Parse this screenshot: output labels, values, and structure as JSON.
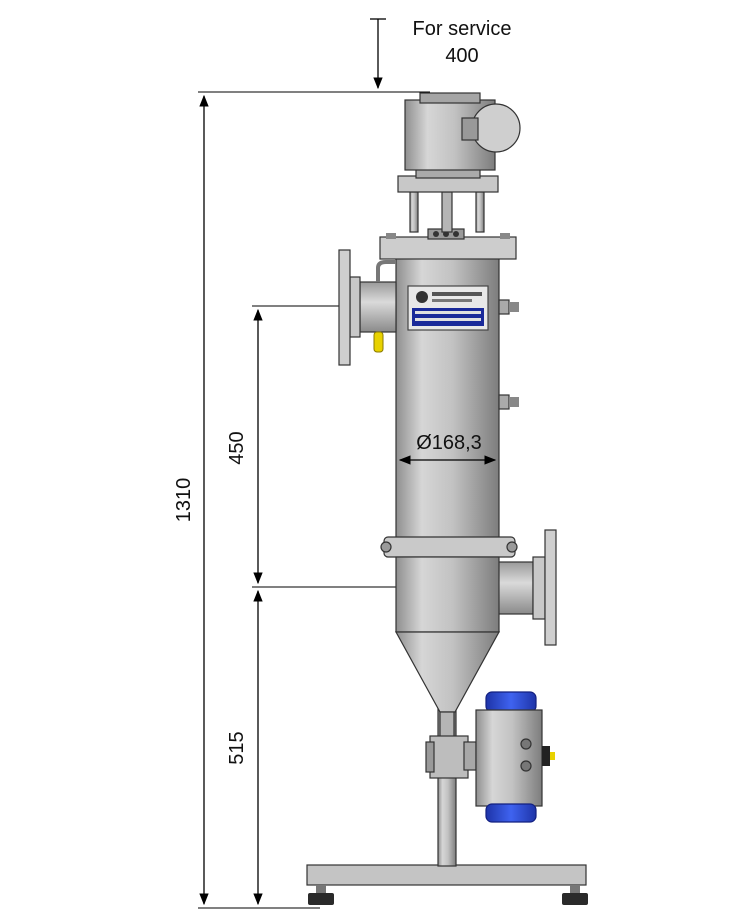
{
  "service_note": {
    "label": "For service",
    "value": "400"
  },
  "dimensions": {
    "overall_height": "1310",
    "inlet_spacing": "450",
    "outlet_height": "515",
    "diameter": "Ø168,3"
  },
  "colors": {
    "steel_light": "#d9d9d9",
    "steel_mid": "#b3b3b3",
    "steel_dark": "#7a7a7a",
    "actuator_blue": "#2f4fd6",
    "indicator_yellow": "#e8d200",
    "plate_blue": "#1a2a9a"
  }
}
